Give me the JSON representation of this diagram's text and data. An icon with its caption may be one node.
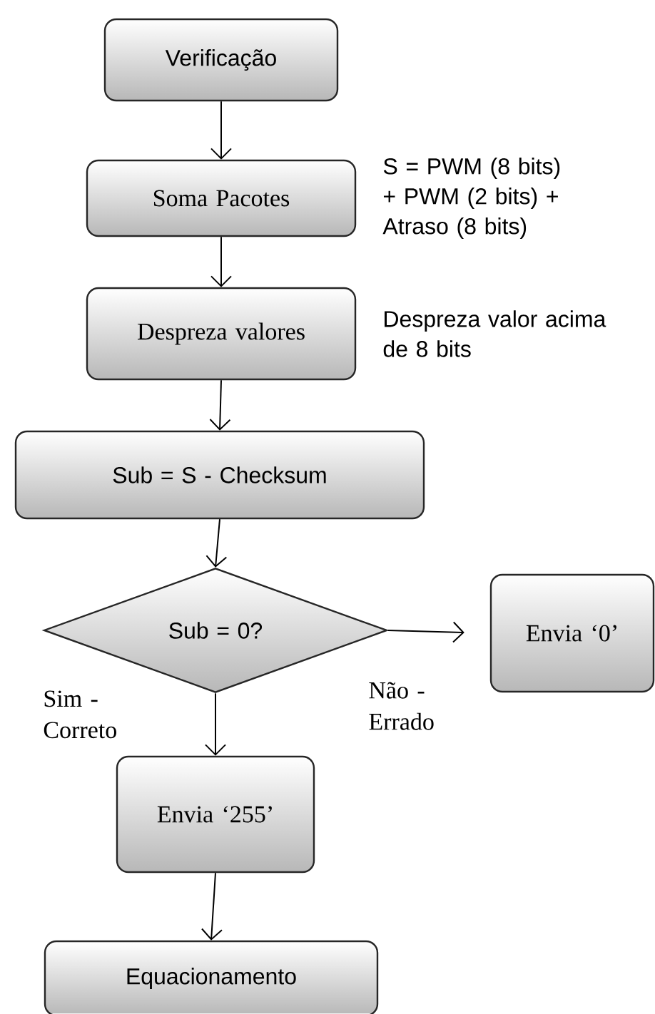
{
  "diagram": {
    "nodes": [
      {
        "text": [
          "Verificação"
        ]
      },
      {
        "text": [
          "Soma Pacotes"
        ],
        "beside": [
          "S = PWM (8 bits) + PWM (2 bits) + Atraso (8 bits)"
        ]
      },
      {
        "text": [
          "Despreza valores"
        ],
        "beside": [
          "Despreza valor acima de 8 bits"
        ]
      },
      {
        "text": [
          "Sub = S - Checksum"
        ]
      },
      {
        "text": [
          "Sub = 0?"
        ]
      },
      {
        "text": [
          "Envia ‘0’"
        ]
      },
      {
        "text": [
          "Envia ‘255’"
        ]
      },
      {
        "text": [
          "Equacionamento"
        ]
      }
    ],
    "edges": [
      {
        "from": 0,
        "to": 1,
        "arrow": "to"
      },
      {
        "from": 1,
        "to": 2,
        "arrow": "to"
      },
      {
        "from": 2,
        "to": 3,
        "arrow": "to"
      },
      {
        "from": 3,
        "to": 4,
        "arrow": "to"
      },
      {
        "from": 4,
        "to": 5,
        "arrow": "to",
        "label": "Não - Errado"
      },
      {
        "from": 4,
        "to": 6,
        "arrow": "to",
        "label": "Sim - Correto"
      },
      {
        "from": 6,
        "to": 7,
        "arrow": "to"
      }
    ]
  }
}
